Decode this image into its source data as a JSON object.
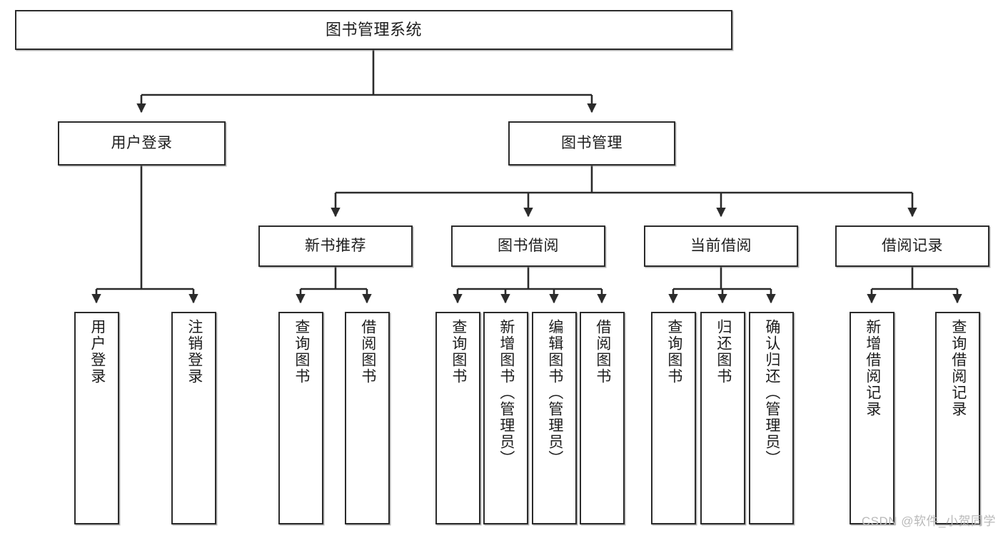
{
  "diagram": {
    "title": "图书管理系统",
    "watermark": "CSDN @软件_小贺同学",
    "line_color": "#2b2b2b",
    "box_fill": "#ffffff",
    "text_color": "#1d1d1d",
    "watermark_color": "#b9b9b9"
  },
  "nodes": {
    "root": {
      "label": "图书管理系统"
    },
    "level2": [
      {
        "label": "用户登录"
      },
      {
        "label": "图书管理"
      }
    ],
    "level3": [
      {
        "label": "新书推荐"
      },
      {
        "label": "图书借阅"
      },
      {
        "label": "当前借阅"
      },
      {
        "label": "借阅记录"
      }
    ],
    "leaves": {
      "user_login": [
        {
          "label": "用户登录"
        },
        {
          "label": "注销登录"
        }
      ],
      "new_book_recommend": [
        {
          "label": "查询图书"
        },
        {
          "label": "借阅图书"
        }
      ],
      "book_borrow": [
        {
          "label": "查询图书"
        },
        {
          "label": "新增图书（管理员）"
        },
        {
          "label": "编辑图书（管理员）"
        },
        {
          "label": "借阅图书"
        }
      ],
      "current_borrow": [
        {
          "label": "查询图书"
        },
        {
          "label": "归还图书"
        },
        {
          "label": "确认归还（管理员）"
        }
      ],
      "borrow_records": [
        {
          "label": "新增借阅记录"
        },
        {
          "label": "查询借阅记录"
        }
      ]
    }
  }
}
